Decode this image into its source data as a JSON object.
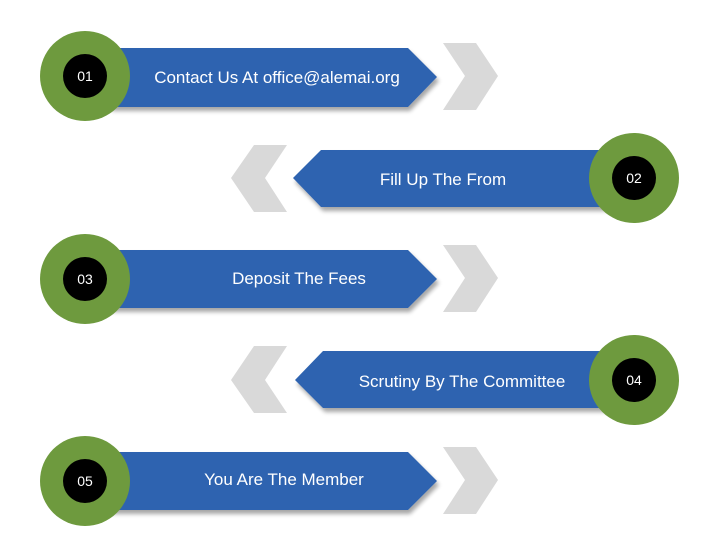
{
  "title": "Membership Process Steps",
  "colors": {
    "band": "#2e64b0",
    "circle_outer": "#6e9a3e",
    "circle_inner": "#000000",
    "chevron": "#d9d9d9",
    "shadow": "#bdbdbd",
    "text": "#ffffff"
  },
  "steps": [
    {
      "number": "01",
      "label": "Contact Us At office@alemai.org",
      "direction": "right"
    },
    {
      "number": "02",
      "label": "Fill Up The From",
      "direction": "left"
    },
    {
      "number": "03",
      "label": "Deposit The Fees",
      "direction": "right"
    },
    {
      "number": "04",
      "label": "Scrutiny By The Committee",
      "direction": "left"
    },
    {
      "number": "05",
      "label": "You Are The Member",
      "direction": "right"
    }
  ]
}
